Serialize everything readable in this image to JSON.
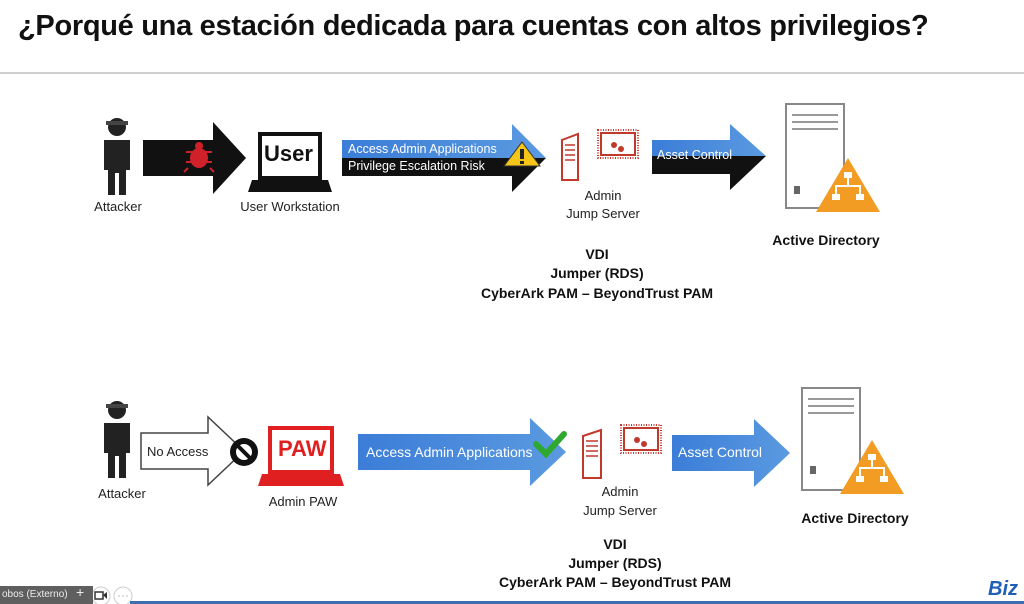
{
  "slide": {
    "title": "¿Porqué una estación dedicada para cuentas con altos privilegios?",
    "top_row": {
      "attacker_label": "Attacker",
      "workstation_screen_text": "User",
      "workstation_label": "User Workstation",
      "arrow_top_text": "Access Admin Applications",
      "arrow_bottom_text": "Privilege Escalation Risk",
      "jump_server_label_1": "Admin",
      "jump_server_label_2": "Jump Server",
      "asset_arrow_text": "Asset Control",
      "ad_label": "Active Directory",
      "options": [
        "VDI",
        "Jumper (RDS)",
        "CyberArk PAM – BeyondTrust PAM"
      ]
    },
    "bottom_row": {
      "attacker_label": "Attacker",
      "no_access_text": "No Access",
      "paw_screen_text": "PAW",
      "paw_label": "Admin PAW",
      "arrow_text": "Access Admin Applications",
      "jump_server_label_1": "Admin",
      "jump_server_label_2": "Jump Server",
      "asset_arrow_text": "Asset Control",
      "ad_label": "Active Directory",
      "options": [
        "VDI",
        "Jumper (RDS)",
        "CyberArk PAM – BeyondTrust PAM"
      ]
    }
  },
  "meeting_bar": {
    "tab_label": "obos (Externo)",
    "add_label": "+",
    "logo_text": "Biz"
  },
  "colors": {
    "arrow_blue": "#4a8ad8",
    "red": "#c0392b",
    "orange": "#f39c24"
  }
}
